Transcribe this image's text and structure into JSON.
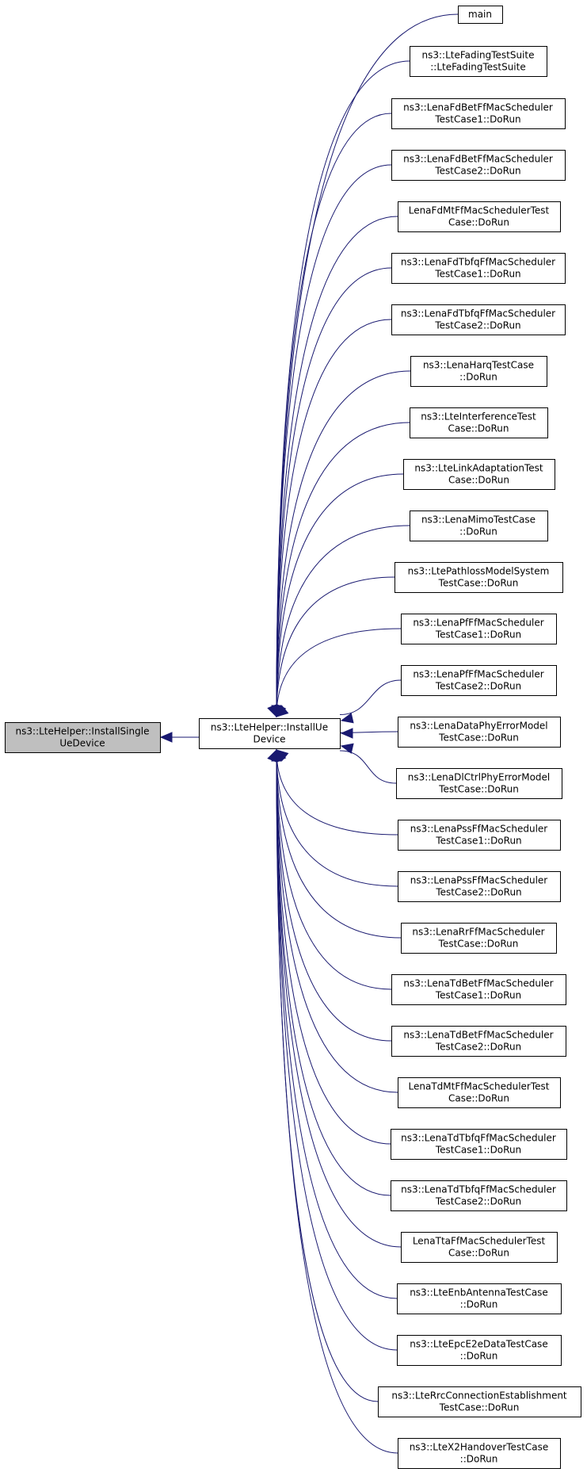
{
  "graph": {
    "root": {
      "lines": [
        "ns3::LteHelper::InstallSingle",
        "UeDevice"
      ]
    },
    "middle": {
      "lines": [
        "ns3::LteHelper::InstallUe",
        "Device"
      ]
    },
    "callers": [
      {
        "lines": [
          "main"
        ]
      },
      {
        "lines": [
          "ns3::LteFadingTestSuite",
          "::LteFadingTestSuite"
        ]
      },
      {
        "lines": [
          "ns3::LenaFdBetFfMacScheduler",
          "TestCase1::DoRun"
        ]
      },
      {
        "lines": [
          "ns3::LenaFdBetFfMacScheduler",
          "TestCase2::DoRun"
        ]
      },
      {
        "lines": [
          "LenaFdMtFfMacSchedulerTest",
          "Case::DoRun"
        ]
      },
      {
        "lines": [
          "ns3::LenaFdTbfqFfMacScheduler",
          "TestCase1::DoRun"
        ]
      },
      {
        "lines": [
          "ns3::LenaFdTbfqFfMacScheduler",
          "TestCase2::DoRun"
        ]
      },
      {
        "lines": [
          "ns3::LenaHarqTestCase",
          "::DoRun"
        ]
      },
      {
        "lines": [
          "ns3::LteInterferenceTest",
          "Case::DoRun"
        ]
      },
      {
        "lines": [
          "ns3::LteLinkAdaptationTest",
          "Case::DoRun"
        ]
      },
      {
        "lines": [
          "ns3::LenaMimoTestCase",
          "::DoRun"
        ]
      },
      {
        "lines": [
          "ns3::LtePathlossModelSystem",
          "TestCase::DoRun"
        ]
      },
      {
        "lines": [
          "ns3::LenaPfFfMacScheduler",
          "TestCase1::DoRun"
        ]
      },
      {
        "lines": [
          "ns3::LenaPfFfMacScheduler",
          "TestCase2::DoRun"
        ]
      },
      {
        "lines": [
          "ns3::LenaDataPhyErrorModel",
          "TestCase::DoRun"
        ]
      },
      {
        "lines": [
          "ns3::LenaDlCtrlPhyErrorModel",
          "TestCase::DoRun"
        ]
      },
      {
        "lines": [
          "ns3::LenaPssFfMacScheduler",
          "TestCase1::DoRun"
        ]
      },
      {
        "lines": [
          "ns3::LenaPssFfMacScheduler",
          "TestCase2::DoRun"
        ]
      },
      {
        "lines": [
          "ns3::LenaRrFfMacScheduler",
          "TestCase::DoRun"
        ]
      },
      {
        "lines": [
          "ns3::LenaTdBetFfMacScheduler",
          "TestCase1::DoRun"
        ]
      },
      {
        "lines": [
          "ns3::LenaTdBetFfMacScheduler",
          "TestCase2::DoRun"
        ]
      },
      {
        "lines": [
          "LenaTdMtFfMacSchedulerTest",
          "Case::DoRun"
        ]
      },
      {
        "lines": [
          "ns3::LenaTdTbfqFfMacScheduler",
          "TestCase1::DoRun"
        ]
      },
      {
        "lines": [
          "ns3::LenaTdTbfqFfMacScheduler",
          "TestCase2::DoRun"
        ]
      },
      {
        "lines": [
          "LenaTtaFfMacSchedulerTest",
          "Case::DoRun"
        ]
      },
      {
        "lines": [
          "ns3::LteEnbAntennaTestCase",
          "::DoRun"
        ]
      },
      {
        "lines": [
          "ns3::LteEpcE2eDataTestCase",
          "::DoRun"
        ]
      },
      {
        "lines": [
          "ns3::LteRrcConnectionEstablishment",
          "TestCase::DoRun"
        ]
      },
      {
        "lines": [
          "ns3::LteX2HandoverTestCase",
          "::DoRun"
        ]
      }
    ]
  },
  "colors": {
    "edge": "#191970",
    "root_fill": "#bfbfbf",
    "node_fill": "#ffffff",
    "border": "#000000"
  }
}
